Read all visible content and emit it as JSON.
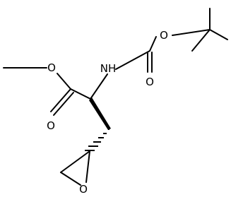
{
  "molecule": {
    "atoms": {
      "amine": "NH",
      "carbamate_carbonyl_o": "O",
      "carbamate_ether_o": "O",
      "ester_ether_o": "O",
      "ester_carbonyl_o": "O",
      "epoxide_o": "O"
    }
  },
  "colors": {
    "ink": "#000000",
    "background": "#ffffff"
  }
}
